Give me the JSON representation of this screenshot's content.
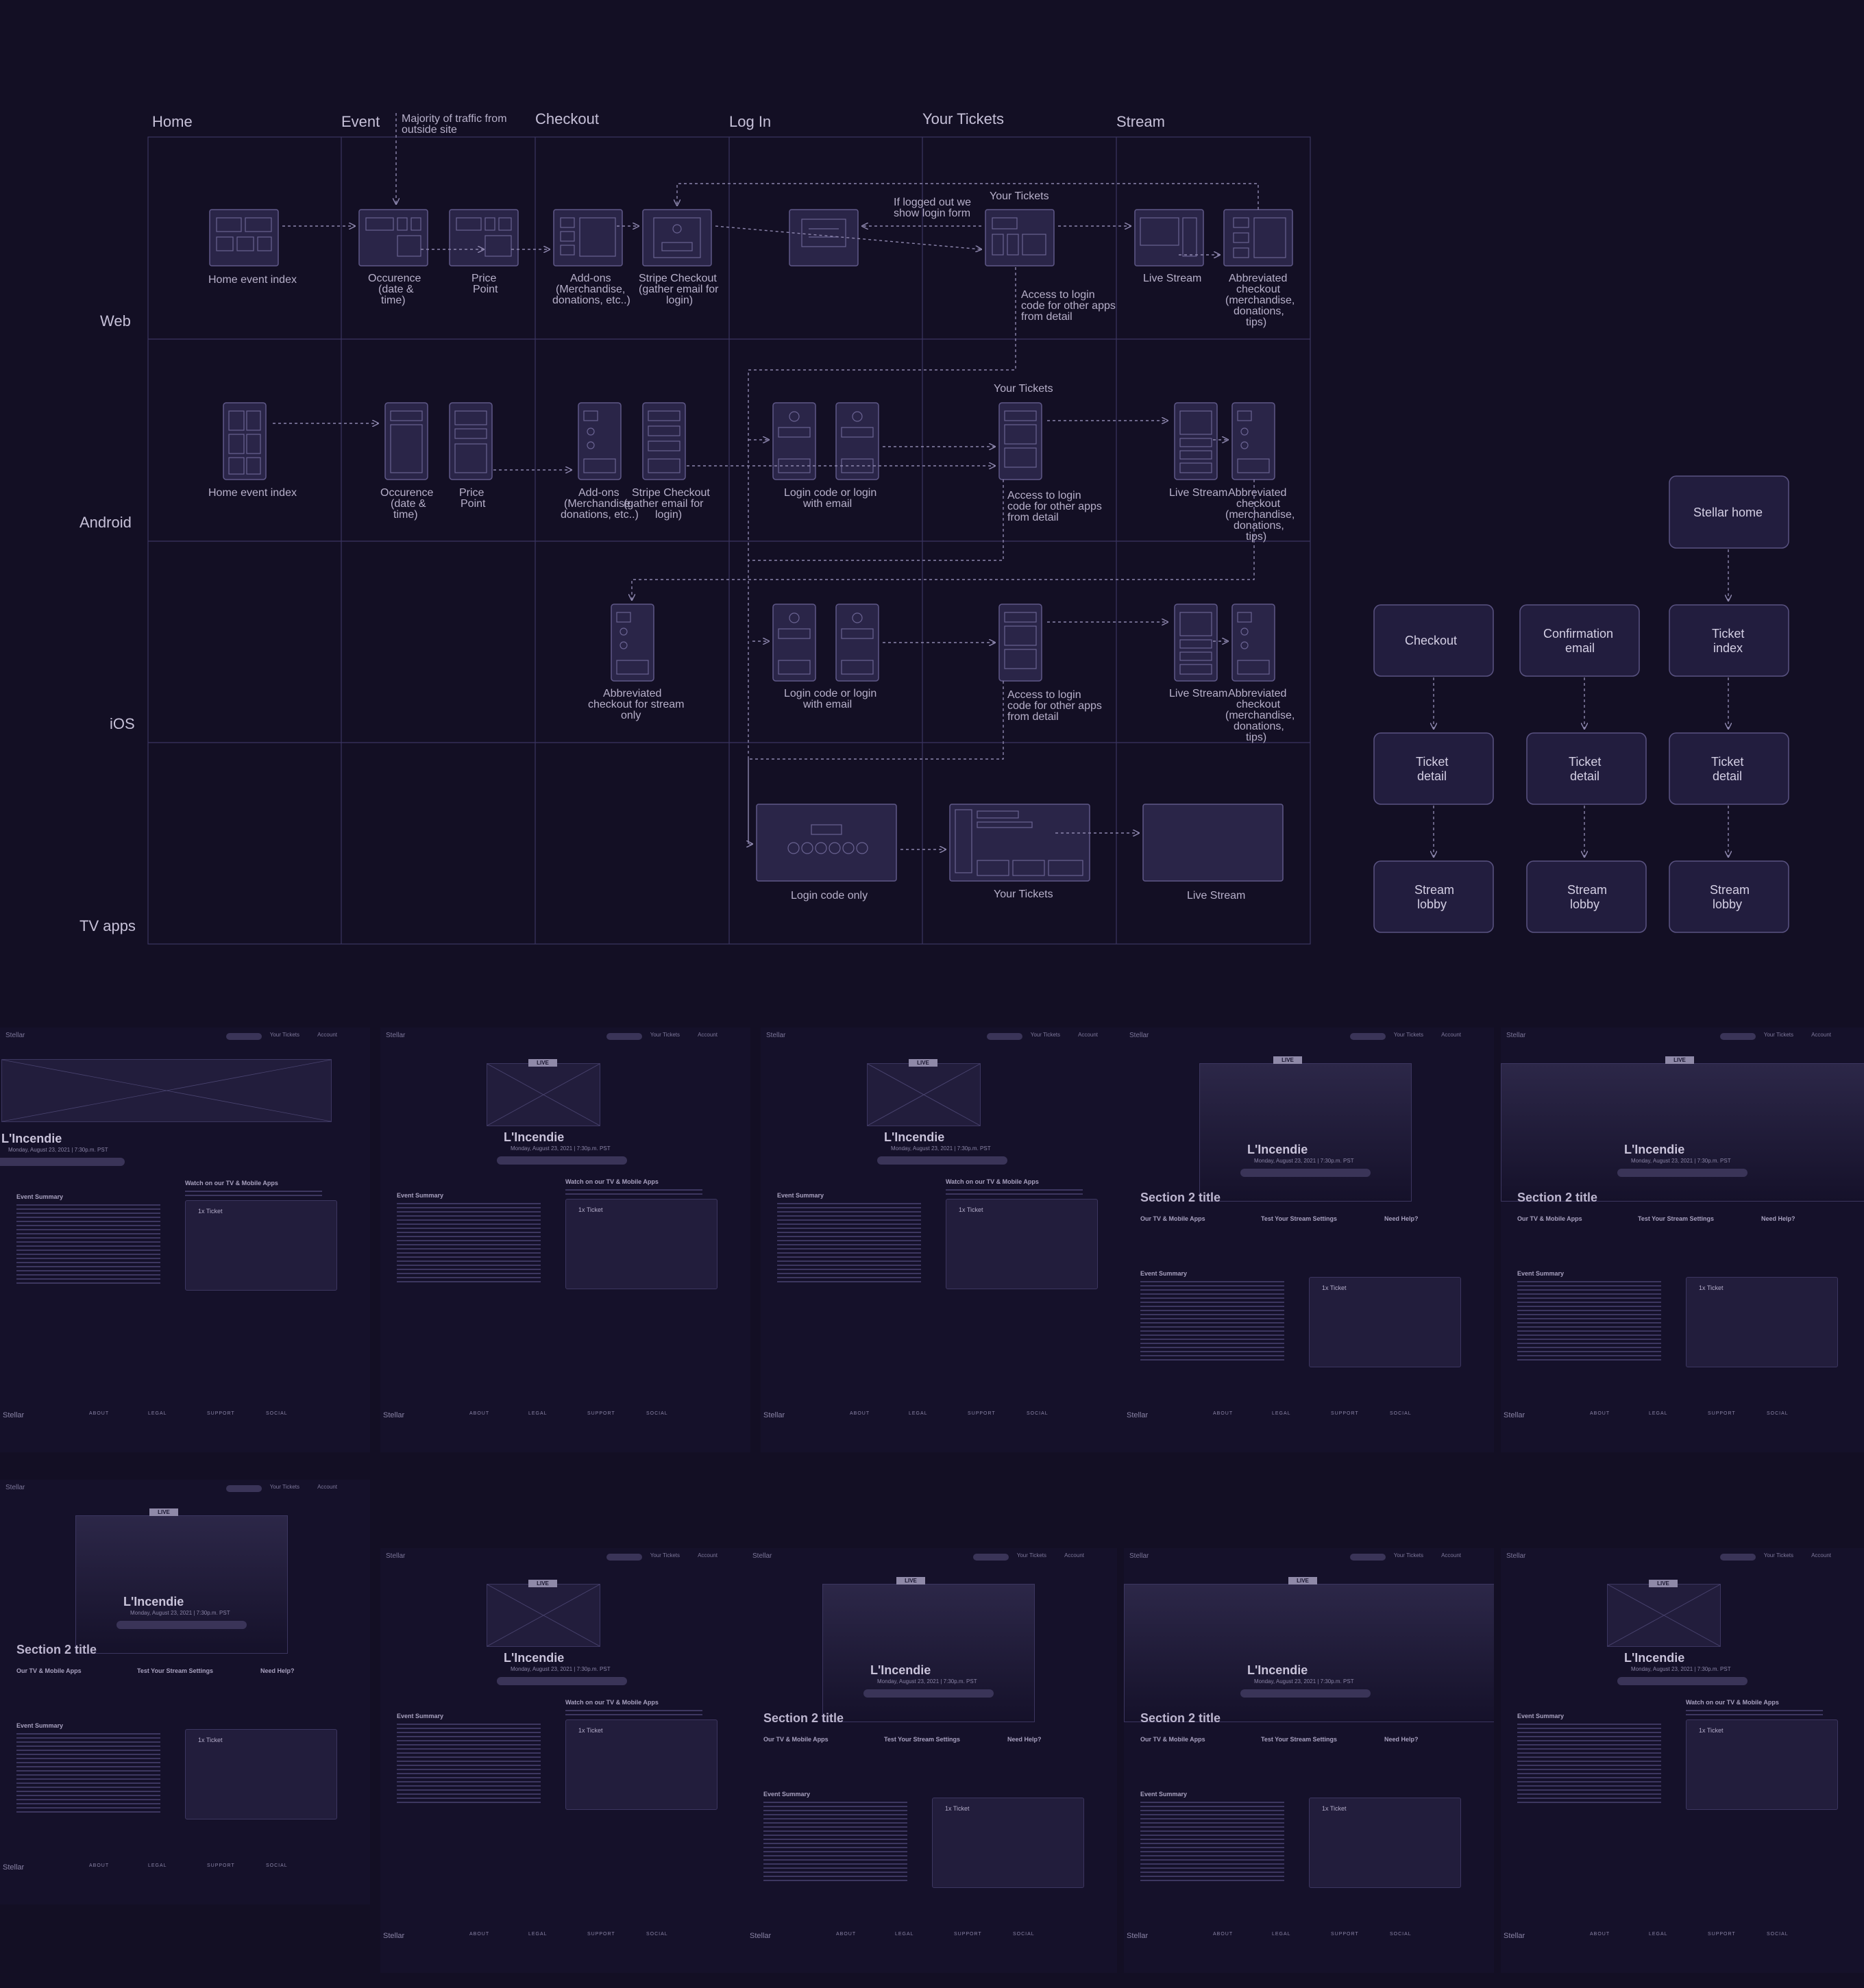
{
  "columns": [
    "Home",
    "Event",
    "Checkout",
    "Log In",
    "Your Tickets",
    "Stream"
  ],
  "rows": [
    "Web",
    "Android",
    "iOS",
    "TV apps"
  ],
  "annotations": {
    "traffic": [
      "Majority of traffic from",
      "outside site"
    ],
    "logged_out": [
      "If logged out we",
      "show login form"
    ],
    "your_tickets_web": "Your Tickets",
    "your_tickets_android": "Your Tickets"
  },
  "web": {
    "home": "Home event index",
    "occurrence": [
      "Occurence",
      "(date &",
      "time)"
    ],
    "price": [
      "Price",
      "Point"
    ],
    "addons": [
      "Add-ons",
      "(Merchandise,",
      "donations, etc..)"
    ],
    "stripe": [
      "Stripe Checkout",
      "(gather email for",
      "login)"
    ],
    "access": [
      "Access to login",
      "code for other apps",
      "from detail"
    ],
    "live": "Live Stream",
    "abbrev": [
      "Abbreviated",
      "checkout",
      "(merchandise,",
      "donations,",
      "tips)"
    ]
  },
  "android": {
    "home": "Home event index",
    "occurrence": [
      "Occurence",
      "(date &",
      "time)"
    ],
    "price": [
      "Price",
      "Point"
    ],
    "addons": [
      "Add-ons",
      "(Merchandise,",
      "donations, etc..)"
    ],
    "stripe": [
      "Stripe Checkout",
      "(gather email for",
      "login)"
    ],
    "login": [
      "Login code or login",
      "with email"
    ],
    "access": [
      "Access to login",
      "code for other apps",
      "from detail"
    ],
    "live": "Live Stream",
    "abbrev": [
      "Abbreviated",
      "checkout",
      "(merchandise,",
      "donations,",
      "tips)"
    ]
  },
  "ios": {
    "abbrev_stream": [
      "Abbreviated",
      "checkout for stream",
      "only"
    ],
    "login": [
      "Login code or login",
      "with email"
    ],
    "access": [
      "Access to login",
      "code for other apps",
      "from detail"
    ],
    "live": "Live Stream",
    "abbrev": [
      "Abbreviated",
      "checkout",
      "(merchandise,",
      "donations,",
      "tips)"
    ]
  },
  "tv": {
    "login": "Login code only",
    "tickets": "Your Tickets",
    "live": "Live Stream"
  },
  "flow": {
    "stellar_home": "Stellar home",
    "checkout": "Checkout",
    "confirmation": [
      "Confirmation",
      "email"
    ],
    "ticket_index": [
      "Ticket",
      "index"
    ],
    "ticket_detail": [
      "Ticket",
      "detail"
    ],
    "stream_lobby": [
      "Stream",
      "lobby"
    ]
  },
  "mockups": {
    "logo": "Stellar",
    "nav_tickets": "Your Tickets",
    "nav_account": "Account",
    "live": "LIVE",
    "title": "L'Incendie",
    "date": "Monday, August 23, 2021 | 7:30p.m. PST",
    "watch_apps": "Watch on our TV & Mobile Apps",
    "test_settings": "Test Your Stream Settings",
    "event_summary": "Event Summary",
    "ticket": "1x Ticket",
    "section2": "Section 2 title",
    "apps_short": "Our TV & Mobile Apps",
    "need_help": "Need Help?",
    "footer_cols": [
      "ABOUT",
      "LEGAL",
      "SUPPORT",
      "SOCIAL"
    ]
  }
}
